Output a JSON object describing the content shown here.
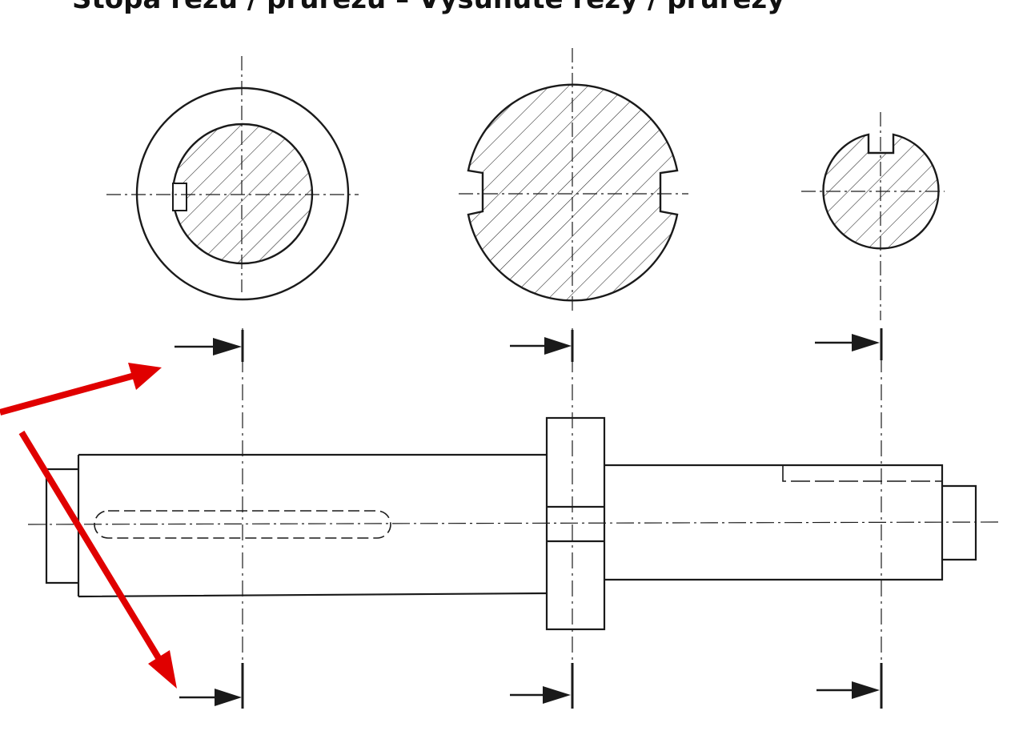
{
  "slide": {
    "title": "Stopa řezu / průřezu – Vysunuté řezy / průřezy"
  },
  "drawing": {
    "subject": "shaft with keyway, collar and key seat",
    "views": [
      "front-view",
      "removed-section-1",
      "removed-section-2",
      "removed-section-3"
    ],
    "line_color": "#1a1a1a",
    "hatch_color": "#222222",
    "pointer_color": "#e00000"
  }
}
